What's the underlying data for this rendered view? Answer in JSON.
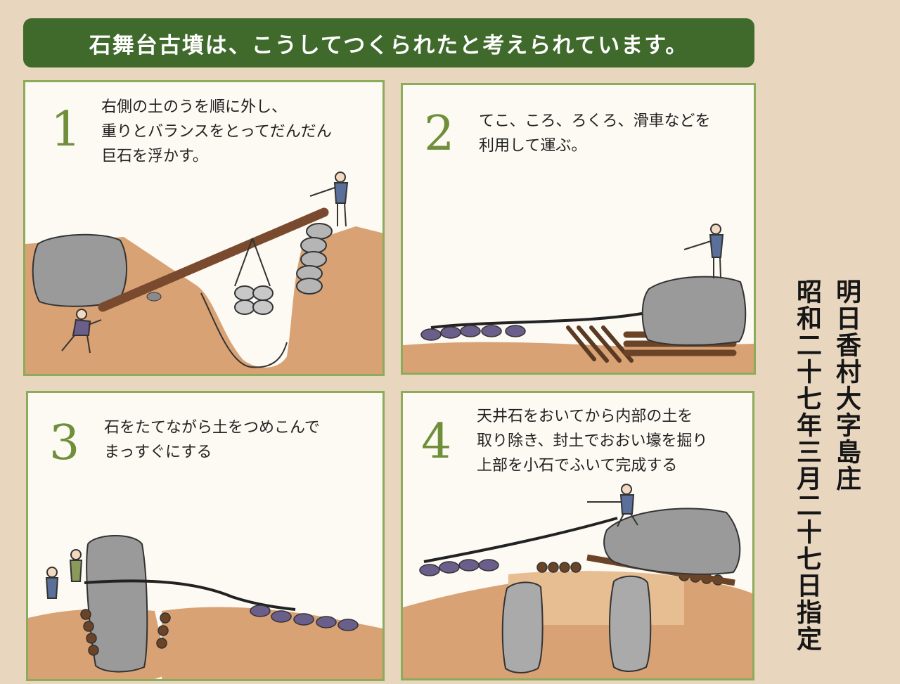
{
  "banner": {
    "title": "石舞台古墳は、こうしてつくられたと考えられています。"
  },
  "steps": [
    {
      "number": "1",
      "lines": [
        "右側の土のうを順に外し、",
        "重りとバランスをとってだんだん",
        "巨石を浮かす。"
      ]
    },
    {
      "number": "2",
      "lines": [
        "てこ、ころ、ろくろ、滑車などを",
        "利用して運ぶ。"
      ]
    },
    {
      "number": "3",
      "lines": [
        "石をたてながら土をつめこんで",
        "まっすぐにする"
      ]
    },
    {
      "number": "4",
      "lines": [
        "天井石をおいてから内部の土を",
        "取り除き、封土でおおい壕を掘り",
        "上部を小石でふいて完成する"
      ]
    }
  ],
  "designation": {
    "place": "明日香村大字島庄",
    "date": "昭和二十七年三月二十七日指定"
  },
  "colors": {
    "background": "#e9d6bf",
    "banner": "#3f6a2c",
    "panel_border": "#8cab5b",
    "step_number": "#6f8f3a",
    "earth": "#d9a274",
    "stone": "#9a9a9a"
  }
}
